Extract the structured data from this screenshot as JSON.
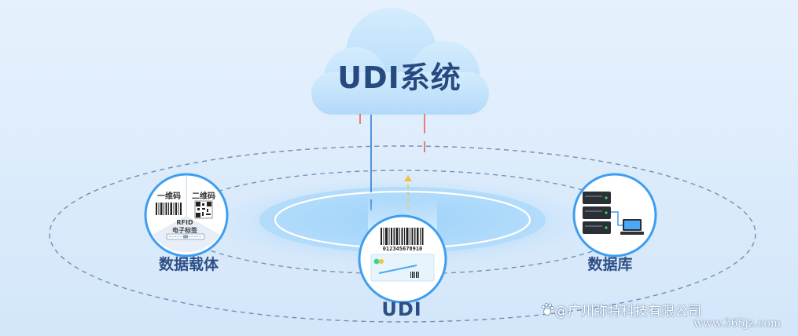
{
  "diagram": {
    "cloud_title": "UDI系统",
    "nodes": {
      "data_carrier": {
        "label": "数据载体",
        "barcode_1d_label": "一维码",
        "barcode_2d_label": "二维码",
        "rfid_label": "RFID",
        "rfid_sublabel": "电子标签"
      },
      "udi": {
        "label": "UDI",
        "barcode_number": "012345678910"
      },
      "database": {
        "label": "数据库"
      }
    }
  },
  "watermark": {
    "text": "@广州弥特科技有限公司",
    "url": "www.365jz.com"
  },
  "colors": {
    "cloud": "#bfe0fb",
    "ring_outline": "#6f8fb4",
    "node_border": "#3d9ef0",
    "label_text": "#2d4f84",
    "link_red": "#e2553a",
    "link_blue": "#2f7fd4"
  }
}
